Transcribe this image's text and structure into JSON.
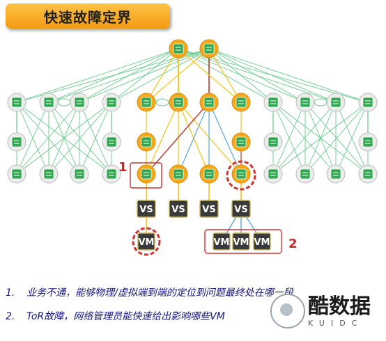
{
  "title": "快速故障定界",
  "callouts": {
    "one": "1",
    "two": "2"
  },
  "labels": {
    "vs": "VS",
    "vm": "VM"
  },
  "notes": [
    {
      "num": "1.",
      "text": "业务不通，能够物理/虚拟端到端的定位到问题最终处在哪一段"
    },
    {
      "num": "2.",
      "text": "ToR故障，网络管理员能快速给出影响哪些VM"
    }
  ],
  "watermark": {
    "name": "酷数据",
    "sub": "KUIDC"
  },
  "colors": {
    "node_orange": "#f5a91a",
    "node_green": "#2fa84f",
    "node_grey": "#b9bdb9",
    "link_green": "#66c98a",
    "link_yellow": "#f0c419",
    "link_red": "#c0392b",
    "link_blue": "#5aa7d6",
    "highlight_red": "#d0312d",
    "vs_box": "#3a3a3a",
    "vs_border": "#c9b35a"
  }
}
